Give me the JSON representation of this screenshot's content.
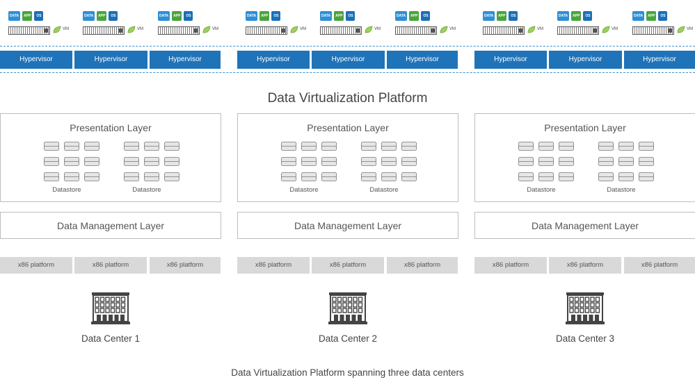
{
  "vm": {
    "badges": [
      "DATA",
      "APP",
      "OS"
    ],
    "vm_label": "VM"
  },
  "hypervisor_label": "Hypervisor",
  "platform_title": "Data Virtualization Platform",
  "presentation_layer_label": "Presentation Layer",
  "datastore_label": "Datastore",
  "data_management_label": "Data Management Layer",
  "x86_label": "x86 platform",
  "data_centers": [
    "Data Center 1",
    "Data Center 2",
    "Data Center 3"
  ],
  "caption": "Data Virtualization Platform spanning three data centers",
  "colors": {
    "hypervisor": "#1f73b8",
    "dashed_line": "#3a8fd0",
    "x86_fill": "#d9d9d9",
    "badge_data": "#2e8fd6",
    "badge_app": "#4aa43c",
    "badge_os": "#1a6fb8",
    "vm_leaf": "#9bd25a"
  }
}
